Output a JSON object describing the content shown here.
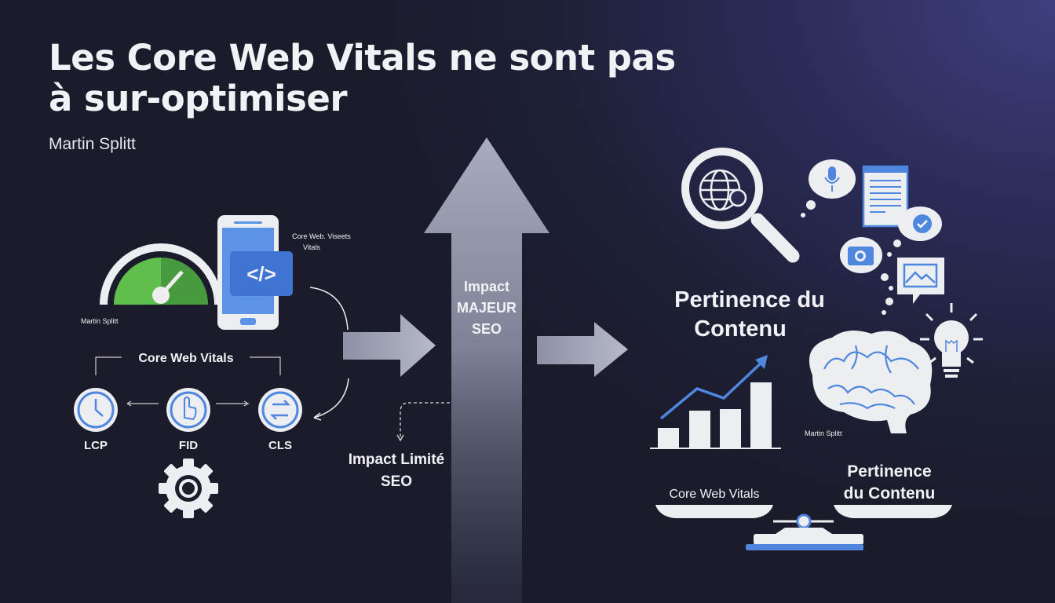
{
  "title": "Les Core Web Vitals ne sont pas à sur-optimiser",
  "author": "Martin Splitt",
  "left": {
    "small_caption_1": "Core Web. Viseets",
    "small_caption_2": "Vitals",
    "watermark": "Martin Splitt",
    "group_label": "Core Web Vitals",
    "metrics": [
      {
        "label": "LCP",
        "icon": "clock-icon"
      },
      {
        "label": "FID",
        "icon": "hand-pointer-icon"
      },
      {
        "label": "CLS",
        "icon": "swap-arrows-icon"
      }
    ]
  },
  "center": {
    "major_1": "Impact",
    "major_2": "MAJEUR",
    "major_3": "SEO",
    "limited_1": "Impact Limité",
    "limited_2": "SEO"
  },
  "right": {
    "heading_1": "Pertinence du",
    "heading_2": "Contenu",
    "watermark": "Martin Splitt",
    "scale_left": "Core Web Vitals",
    "scale_right_1": "Pertinence",
    "scale_right_2": "du Contenu"
  },
  "colors": {
    "accent_blue": "#4f86de",
    "gauge_green": "#58b947",
    "text": "#f1f2f6"
  }
}
